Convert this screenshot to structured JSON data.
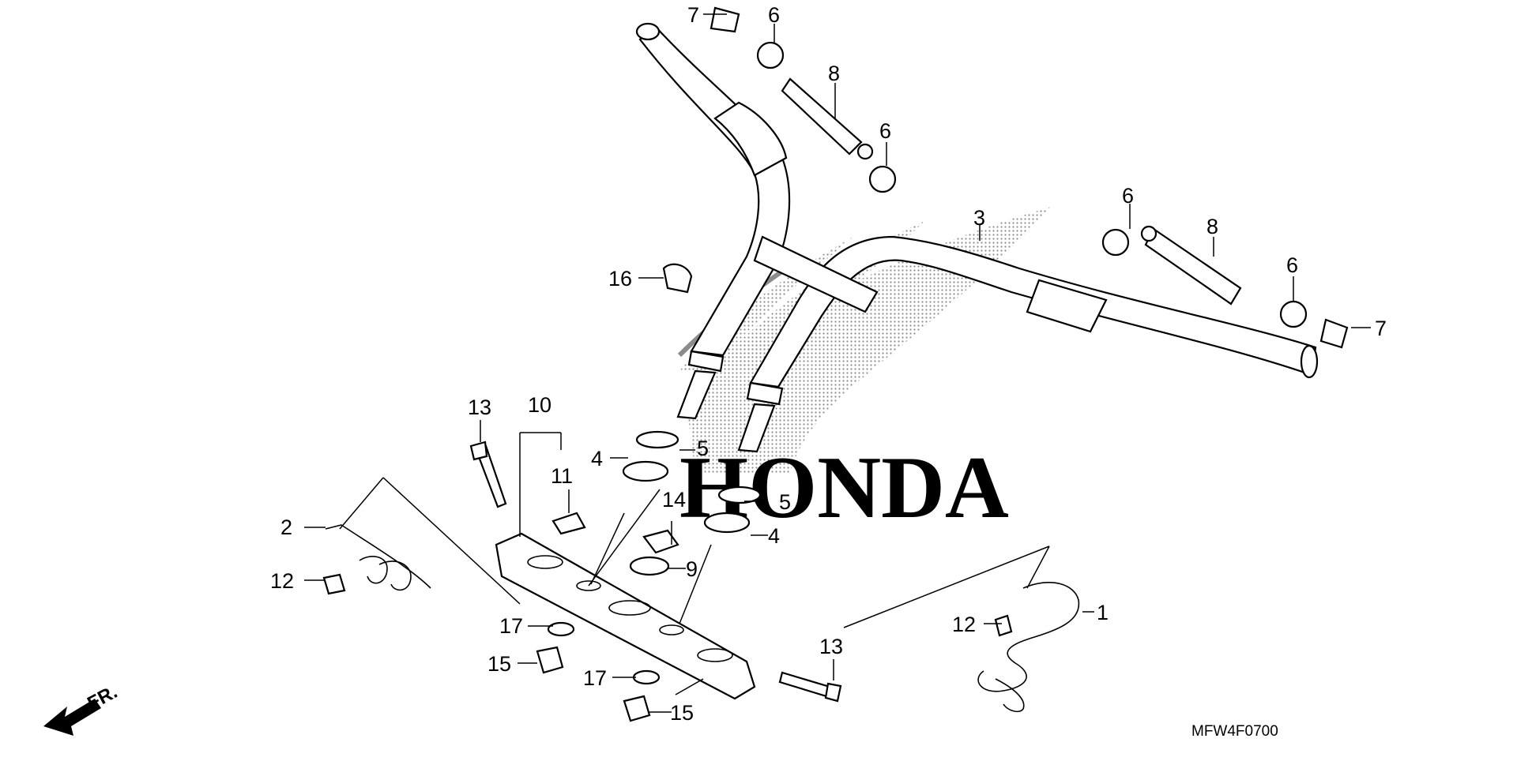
{
  "diagram": {
    "brand": "HONDA",
    "code": "MFW4F0700",
    "front_marker": "FR.",
    "callouts": [
      {
        "id": "c7a",
        "text": "7"
      },
      {
        "id": "c6a",
        "text": "6"
      },
      {
        "id": "c8a",
        "text": "8"
      },
      {
        "id": "c6b",
        "text": "6"
      },
      {
        "id": "c3",
        "text": "3"
      },
      {
        "id": "c6c",
        "text": "6"
      },
      {
        "id": "c8b",
        "text": "8"
      },
      {
        "id": "c6d",
        "text": "6"
      },
      {
        "id": "c7b",
        "text": "7"
      },
      {
        "id": "c16",
        "text": "16"
      },
      {
        "id": "c13a",
        "text": "13"
      },
      {
        "id": "c10",
        "text": "10"
      },
      {
        "id": "c11",
        "text": "11"
      },
      {
        "id": "c4a",
        "text": "4"
      },
      {
        "id": "c5a",
        "text": "5"
      },
      {
        "id": "c14",
        "text": "14"
      },
      {
        "id": "c5b",
        "text": "5"
      },
      {
        "id": "c4b",
        "text": "4"
      },
      {
        "id": "c9",
        "text": "9"
      },
      {
        "id": "c2",
        "text": "2"
      },
      {
        "id": "c12a",
        "text": "12"
      },
      {
        "id": "c17a",
        "text": "17"
      },
      {
        "id": "c15a",
        "text": "15"
      },
      {
        "id": "c17b",
        "text": "17"
      },
      {
        "id": "c15b",
        "text": "15"
      },
      {
        "id": "c13b",
        "text": "13"
      },
      {
        "id": "c1",
        "text": "1"
      },
      {
        "id": "c12b",
        "text": "12"
      }
    ]
  }
}
